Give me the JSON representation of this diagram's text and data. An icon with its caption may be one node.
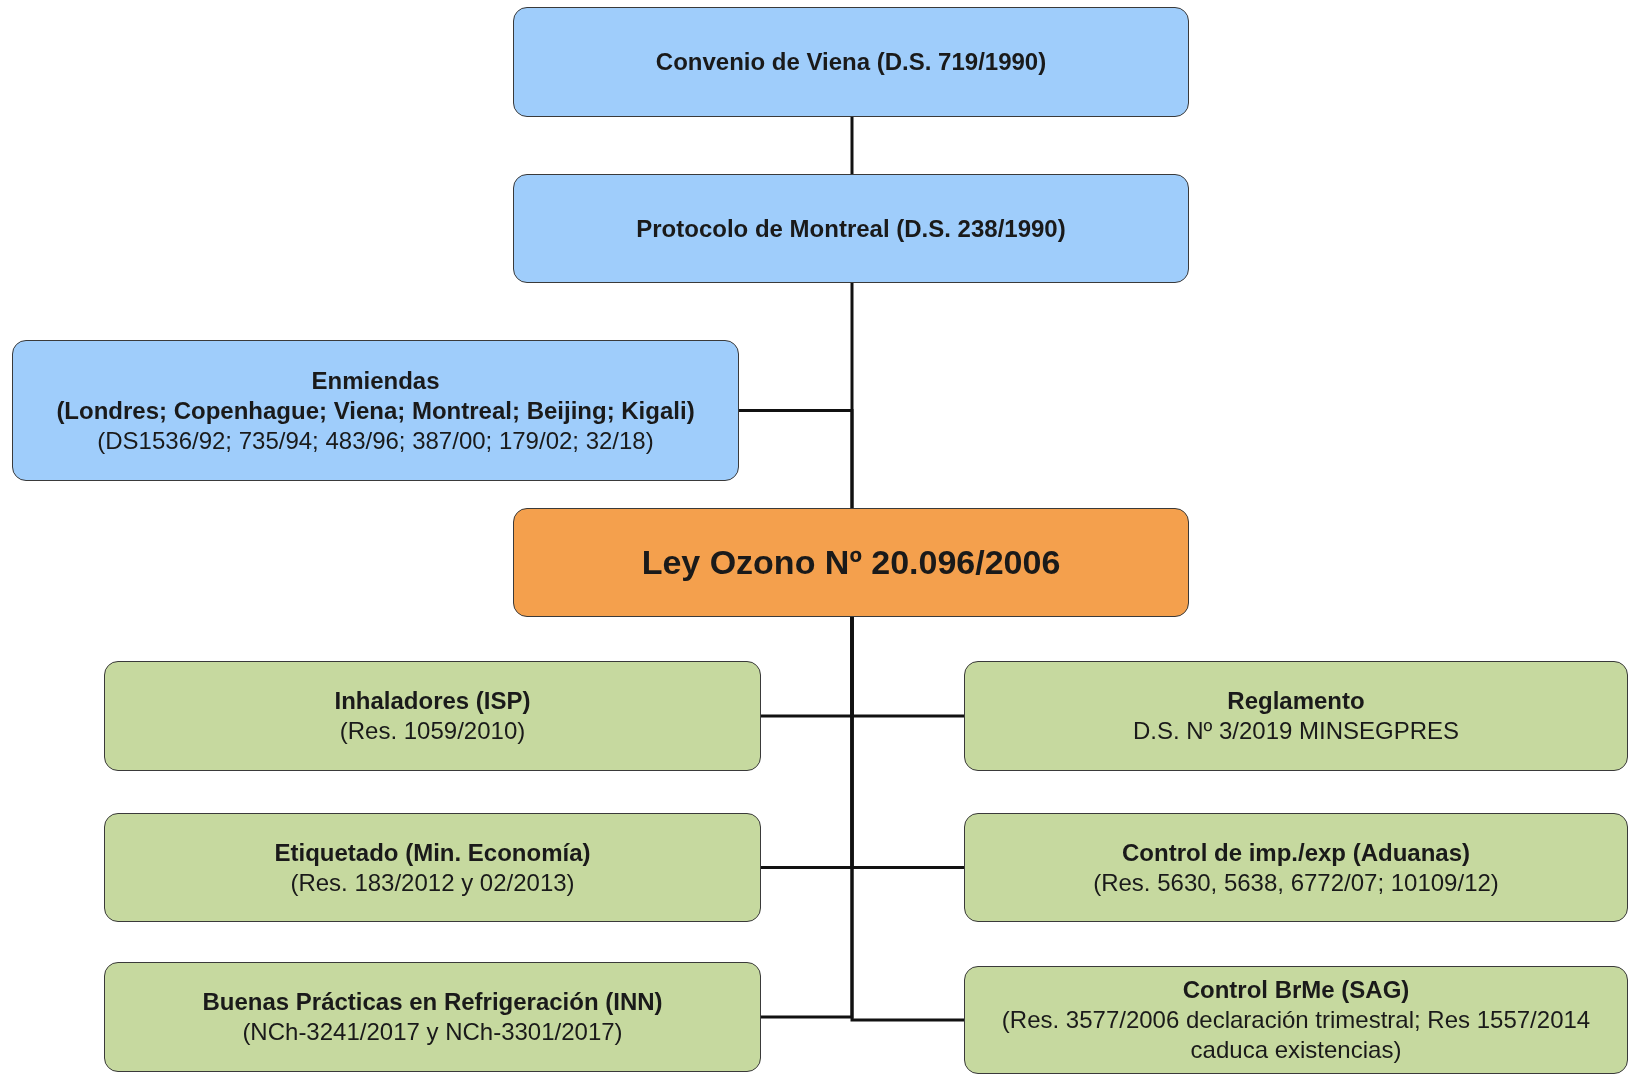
{
  "diagram": {
    "nodes": [
      {
        "text": [
          "Convenio de Viena (D.S. 719/1990)"
        ]
      },
      {
        "text": [
          "Protocolo de Montreal (D.S. 238/1990)"
        ]
      },
      {
        "text": [
          "Enmiendas",
          "(Londres; Copenhague; Viena; Montreal; Beijing; Kigali)",
          "(DS1536/92; 735/94; 483/96; 387/00; 179/02; 32/18)"
        ]
      },
      {
        "text": [
          "Ley Ozono Nº 20.096/2006"
        ]
      },
      {
        "text": [
          "Inhaladores (ISP)",
          "(Res. 1059/2010)"
        ]
      },
      {
        "text": [
          "Reglamento",
          "D.S. Nº 3/2019 MINSEGPRES"
        ]
      },
      {
        "text": [
          "Etiquetado (Min. Economía)",
          "(Res. 183/2012 y 02/2013)"
        ]
      },
      {
        "text": [
          "Control de imp./exp (Aduanas)",
          "(Res. 5630, 5638, 6772/07; 10109/12)"
        ]
      },
      {
        "text": [
          "Buenas Prácticas en Refrigeración (INN)",
          "(NCh-3241/2017 y NCh-3301/2017)"
        ]
      },
      {
        "text": [
          "Control BrMe (SAG)",
          "(Res. 3577/2006 declaración trimestral; Res 1557/2014 caduca existencias)"
        ]
      }
    ],
    "edges": [
      {
        "from": 0,
        "to": 1,
        "arrow": "none"
      },
      {
        "from": 1,
        "to": 3,
        "arrow": "none"
      },
      {
        "from": 2,
        "to": 3,
        "arrow": "none"
      },
      {
        "from": 3,
        "to": 4,
        "arrow": "none"
      },
      {
        "from": 3,
        "to": 5,
        "arrow": "none"
      },
      {
        "from": 3,
        "to": 6,
        "arrow": "none"
      },
      {
        "from": 3,
        "to": 7,
        "arrow": "none"
      },
      {
        "from": 3,
        "to": 8,
        "arrow": "none"
      },
      {
        "from": 3,
        "to": 9,
        "arrow": "none"
      }
    ]
  }
}
